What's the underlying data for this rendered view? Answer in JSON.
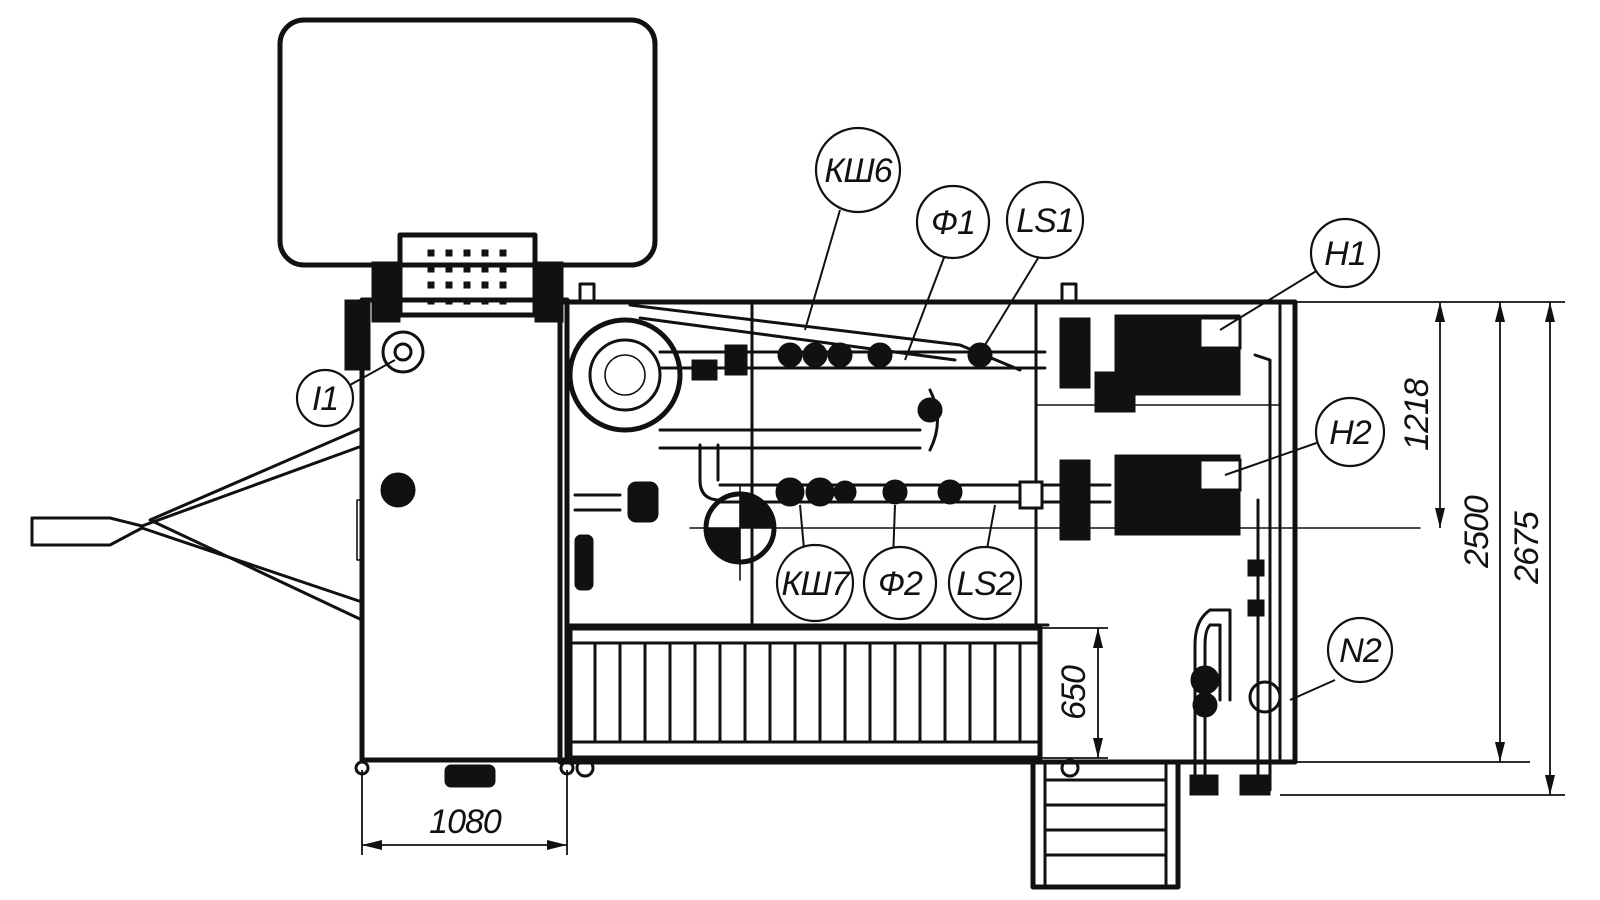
{
  "callouts": {
    "ksh6": "КШ6",
    "f1": "Ф1",
    "ls1": "LS1",
    "n1": "Н1",
    "i1": "I1",
    "n2_right": "Н2",
    "ksh7": "КШ7",
    "f2": "Ф2",
    "ls2": "LS2",
    "n2_bottom": "N2"
  },
  "dimensions": {
    "width_left": "1080",
    "platform_depth": "650",
    "h_1218": "1218",
    "h_2500": "2500",
    "h_2675": "2675"
  }
}
